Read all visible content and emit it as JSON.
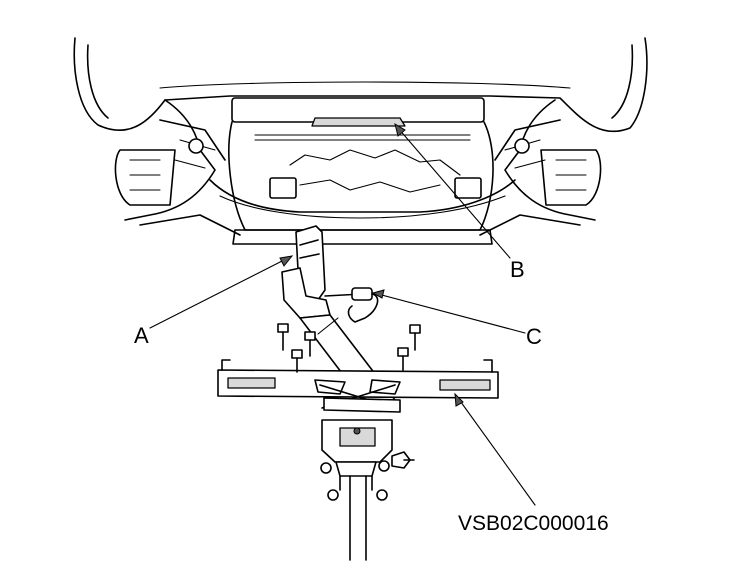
{
  "callouts": {
    "a": "A",
    "b": "B",
    "c": "C"
  },
  "figure_code": "VSB02C000016"
}
